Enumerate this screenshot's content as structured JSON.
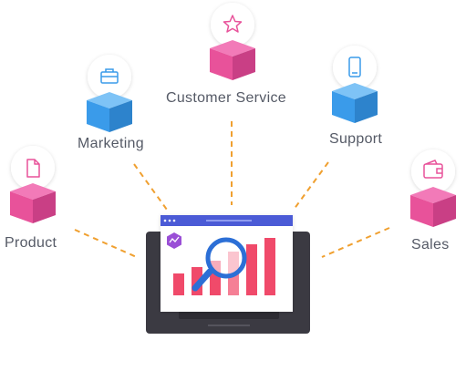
{
  "nodes": {
    "customer_service": {
      "label": "Customer Service",
      "icon": "star-icon",
      "cube_color": "#e8529a"
    },
    "marketing": {
      "label": "Marketing",
      "icon": "briefcase-icon",
      "cube_color": "#3a9bea"
    },
    "support": {
      "label": "Support",
      "icon": "smartphone-icon",
      "cube_color": "#3a9bea"
    },
    "product": {
      "label": "Product",
      "icon": "document-icon",
      "cube_color": "#e8529a"
    },
    "sales": {
      "label": "Sales",
      "icon": "wallet-icon",
      "cube_color": "#e8529a"
    }
  },
  "colors": {
    "pink": "#e8529a",
    "blue": "#3a9bea",
    "connector": "#f0a030",
    "laptop": "#3b3a42",
    "bars": "#f04a6a",
    "magnifier": "#2c6fd6"
  },
  "center": {
    "icon": "analytics-laptop-icon"
  }
}
